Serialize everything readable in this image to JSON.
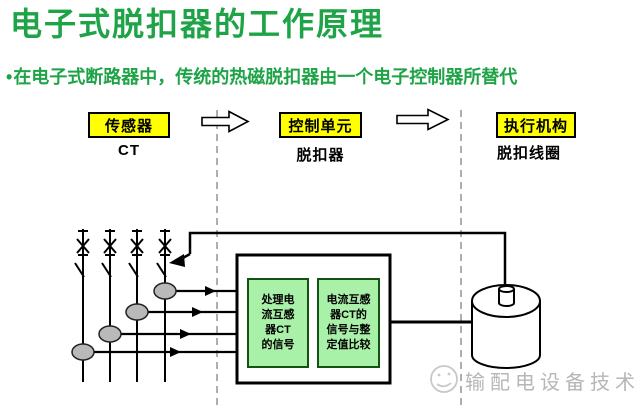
{
  "title": "电子式脱扣器的工作原理",
  "bullet": {
    "marker": "•",
    "text": "在电子式断路器中，传统的热磁脱扣器由一个电子控制器所替代"
  },
  "flow": {
    "stages": [
      {
        "box": "传感器",
        "label": "CT"
      },
      {
        "box": "控制单元",
        "label": "脱扣器"
      },
      {
        "box": "执行机构",
        "label": "脱扣线圈"
      }
    ]
  },
  "controller": {
    "box1_lines": [
      "处理电",
      "流互感",
      "器CT",
      "的信号"
    ],
    "box2_lines": [
      "电流互感",
      "器CT的",
      "信号与整",
      "定值比较"
    ]
  },
  "watermark": {
    "text": "输配电设备技术"
  },
  "icons": {
    "flow_arrow": "right-block-arrow",
    "ct_sensor": "gray-ellipse-current-transformer",
    "trip_coil": "cylinder-coil",
    "watermark_logo": "round-face-logo"
  },
  "colors": {
    "title_green": "#1EA347",
    "highlight_yellow": "#FFFF00",
    "process_box_green": "#A9F0A9",
    "process_box_border": "#145214",
    "line_black": "#000000",
    "dashed_separator_gray": "#9A9A9A",
    "ct_fill_gray": "#B9B9B9",
    "watermark_gray": "#B6B6B6"
  }
}
